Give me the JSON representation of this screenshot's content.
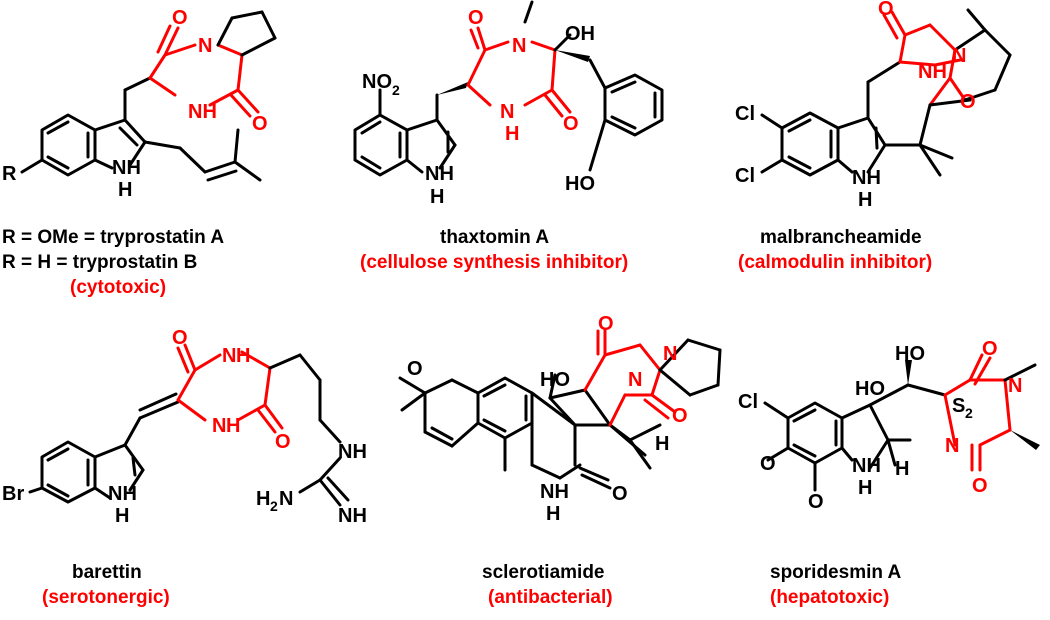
{
  "colors": {
    "bond": "#000000",
    "highlight": "#ff0000",
    "background": "#ffffff"
  },
  "compounds": [
    {
      "name_lines": [
        "R = OMe = tryprostatin A",
        "R = H = tryprostatin B"
      ],
      "activity": "(cytotoxic)",
      "atoms": {
        "r": "R",
        "nh": "NH",
        "h": "H",
        "n": "N",
        "o1": "O",
        "o2": "O"
      }
    },
    {
      "name": "thaxtomin A",
      "activity": "(cellulose synthesis inhibitor)",
      "atoms": {
        "no2": "NO",
        "no2_sub": "2",
        "nh": "NH",
        "n1": "N",
        "n2": "N",
        "h": "H",
        "o1": "O",
        "o2": "O",
        "oh": "OH",
        "ho": "HO"
      }
    },
    {
      "name": "malbrancheamide",
      "activity": "(calmodulin inhibitor)",
      "atoms": {
        "cl1": "Cl",
        "cl2": "Cl",
        "nh": "NH",
        "n": "N",
        "hn": "NH",
        "o1": "O",
        "o2": "O"
      }
    },
    {
      "name": "barettin",
      "activity": "(serotonergic)",
      "atoms": {
        "br": "Br",
        "nh": "NH",
        "nh_top": "N",
        "h_top": "H",
        "n_bot": "N",
        "h_bot": "H",
        "o1": "O",
        "o2": "O",
        "g_nh": "NH",
        "g_h2n": "H",
        "g_h2n_sub": "2",
        "g_h2n_n": "N",
        "g_nh2": "NH"
      }
    },
    {
      "name": "sclerotiamide",
      "activity": "(antibacterial)",
      "atoms": {
        "ho": "HO",
        "o_ring": "O",
        "nh": "NH",
        "o_amide": "O",
        "n": "N",
        "hn": "N",
        "o1": "O",
        "o2": "O",
        "h": "H"
      }
    },
    {
      "name": "sporidesmin A",
      "activity": "(hepatotoxic)",
      "atoms": {
        "cl": "Cl",
        "ho1": "HO",
        "ho2": "HO",
        "nh": "NH",
        "h": "H",
        "n1": "N",
        "n2": "N",
        "s2": "S",
        "s2_sub": "2",
        "o1": "O",
        "o2": "O",
        "ome1": "O",
        "ome2": "O"
      }
    }
  ]
}
